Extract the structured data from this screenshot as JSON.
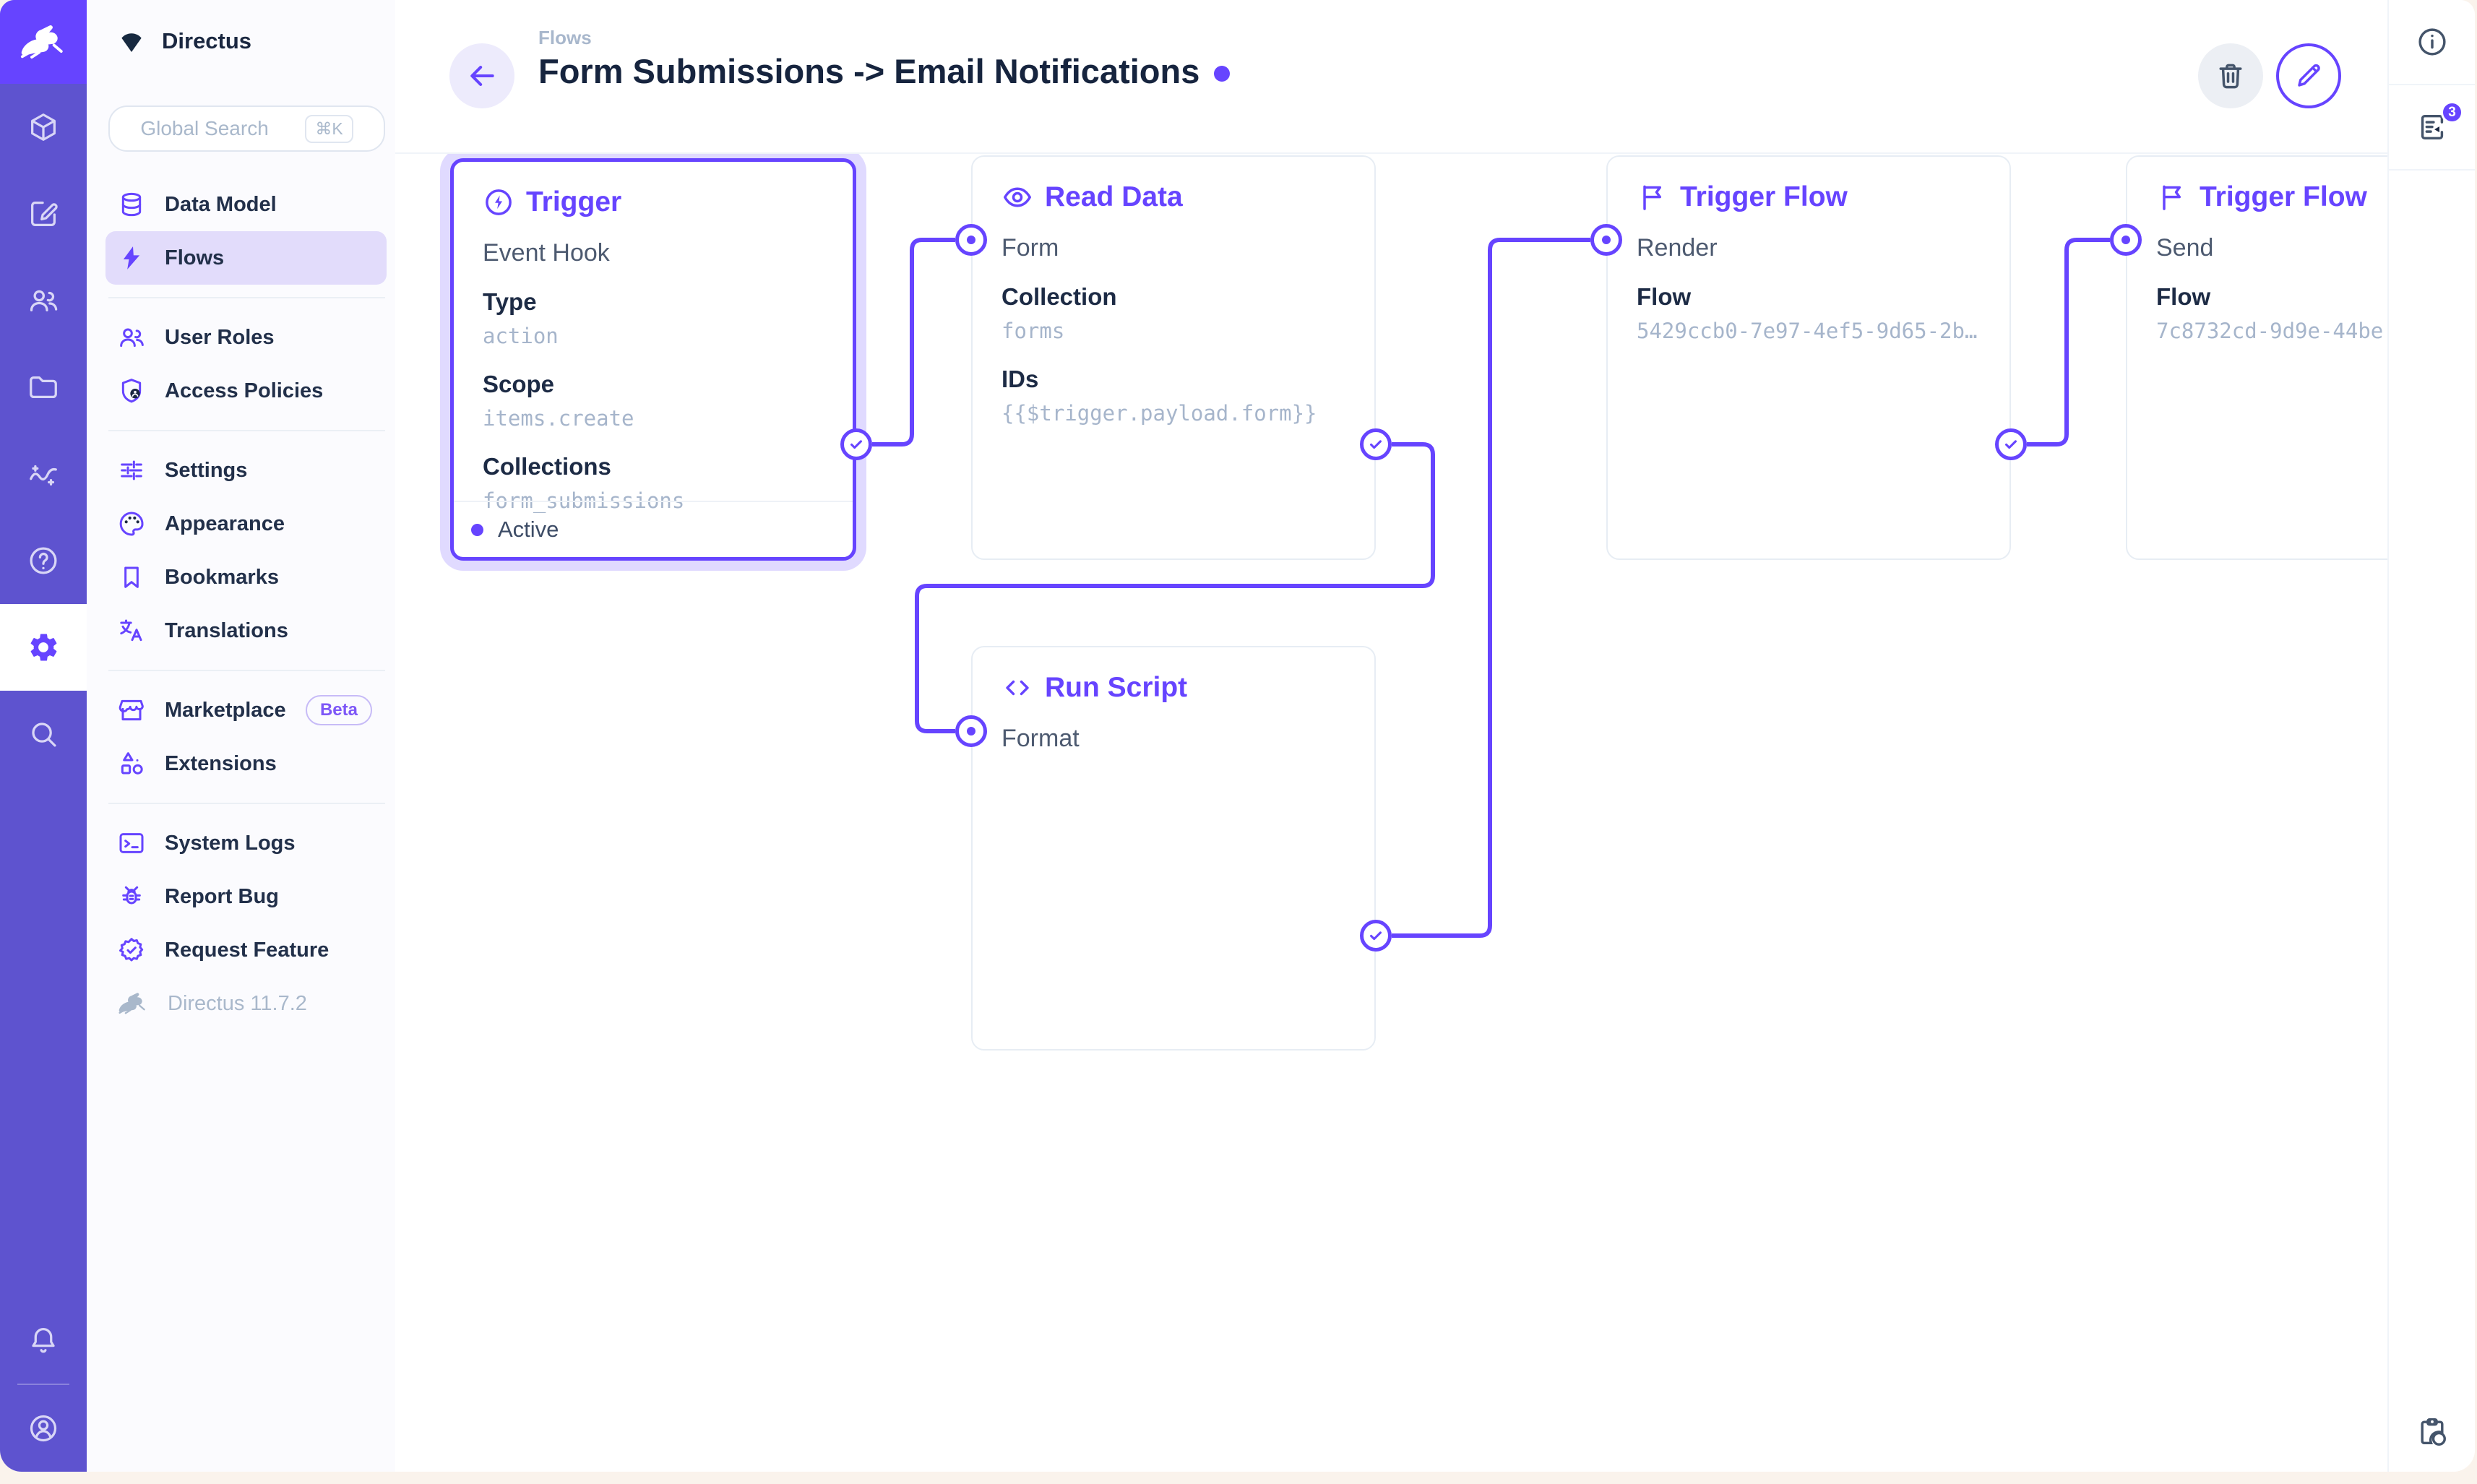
{
  "colors": {
    "accent": "#6644FF",
    "module_rail": "#5E53CF",
    "logo_tile": "#6644FF",
    "selected_glow": "rgba(102,68,255,0.20)",
    "mono_value": "#A6B5CB",
    "body_background": "#FAF3EC"
  },
  "module_bar": {
    "items": [
      {
        "icon": "rabbit-logo-icon"
      },
      {
        "icon": "content-cube-icon"
      },
      {
        "icon": "editor-icon"
      },
      {
        "icon": "users-icon"
      },
      {
        "icon": "files-folder-icon"
      },
      {
        "icon": "insights-icon"
      },
      {
        "icon": "help-icon"
      },
      {
        "icon": "settings-gear-icon",
        "active": true
      },
      {
        "icon": "search-icon"
      },
      {
        "icon": "notifications-bell-icon"
      },
      {
        "icon": "account-icon"
      }
    ]
  },
  "sidebar": {
    "project_name": "Directus",
    "search": {
      "placeholder": "Global Search",
      "shortcut": "⌘K"
    },
    "groups": [
      {
        "items": [
          {
            "icon": "database-icon",
            "label": "Data Model"
          },
          {
            "icon": "bolt-icon",
            "label": "Flows",
            "active": true
          }
        ]
      },
      {
        "items": [
          {
            "icon": "user-roles-icon",
            "label": "User Roles"
          },
          {
            "icon": "access-policies-icon",
            "label": "Access Policies"
          }
        ]
      },
      {
        "items": [
          {
            "icon": "tune-icon",
            "label": "Settings"
          },
          {
            "icon": "palette-icon",
            "label": "Appearance"
          },
          {
            "icon": "bookmark-icon",
            "label": "Bookmarks"
          },
          {
            "icon": "translate-icon",
            "label": "Translations"
          }
        ]
      },
      {
        "items": [
          {
            "icon": "storefront-icon",
            "label": "Marketplace",
            "badge": "Beta"
          },
          {
            "icon": "extensions-icon",
            "label": "Extensions"
          }
        ]
      },
      {
        "items": [
          {
            "icon": "terminal-icon",
            "label": "System Logs"
          },
          {
            "icon": "bug-icon",
            "label": "Report Bug"
          },
          {
            "icon": "feature-icon",
            "label": "Request Feature"
          }
        ]
      }
    ],
    "version": "Directus 11.7.2"
  },
  "header": {
    "breadcrumb": "Flows",
    "title": "Form Submissions -> Email Notifications",
    "delete_icon": "trash-icon",
    "edit_icon": "pencil-icon"
  },
  "right_rail": {
    "info_icon": "info-icon",
    "logs_icon": "activity-log-icon",
    "notifications_badge": "3",
    "bottom_icon": "clipboard-clock-icon"
  },
  "flow": {
    "panels": [
      {
        "type": "trigger",
        "icon": "bolt-circle-icon",
        "title": "Trigger",
        "name": "Event Hook",
        "fields": [
          {
            "label": "Type",
            "value": "action"
          },
          {
            "label": "Scope",
            "value": "items.create"
          },
          {
            "label": "Collections",
            "value": "form_submissions"
          }
        ],
        "status": "Active",
        "selected": true
      },
      {
        "type": "read-data",
        "icon": "eye-icon",
        "title": "Read Data",
        "name": "Form",
        "fields": [
          {
            "label": "Collection",
            "value": "forms"
          },
          {
            "label": "IDs",
            "value": "{{$trigger.payload.form}}"
          }
        ]
      },
      {
        "type": "run-script",
        "icon": "code-icon",
        "title": "Run Script",
        "name": "Format",
        "fields": []
      },
      {
        "type": "trigger-flow",
        "icon": "flag-icon",
        "title": "Trigger Flow",
        "name": "Render",
        "fields": [
          {
            "label": "Flow",
            "value": "5429ccb0-7e97-4ef5-9d65-2b…"
          }
        ]
      },
      {
        "type": "trigger-flow",
        "icon": "flag-icon",
        "title": "Trigger Flow",
        "name": "Send",
        "fields": [
          {
            "label": "Flow",
            "value": "7c8732cd-9d9e-44be"
          }
        ]
      }
    ]
  }
}
